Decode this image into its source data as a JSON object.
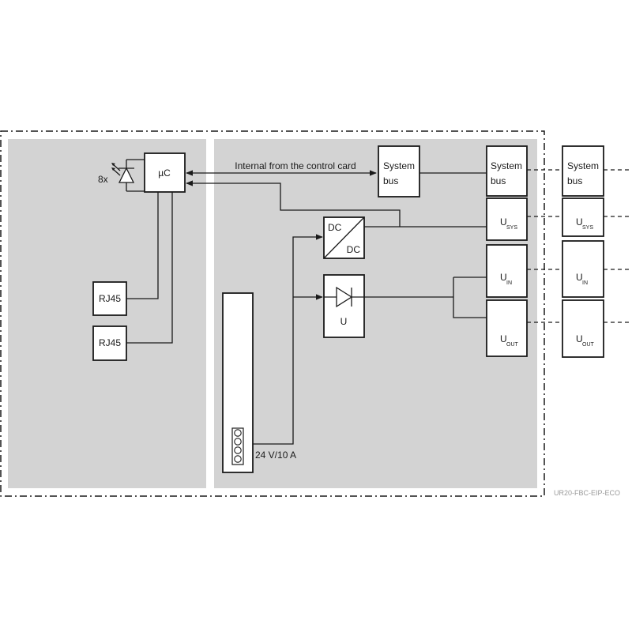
{
  "labels": {
    "uc": "µC",
    "led_count": "8x",
    "rj45_top": "RJ45",
    "rj45_bottom": "RJ45",
    "internal_line": "Internal from the control card",
    "system_bus_word1": "System",
    "system_bus_word2": "bus",
    "dc_in": "DC",
    "dc_out": "DC",
    "diode_u": "U",
    "supply": "24 V/10 A",
    "u": "U",
    "sub_sys": "SYS",
    "sub_in": "IN",
    "sub_out": "OUT"
  },
  "code": "UR20-FBC-EIP-ECO",
  "colors": {
    "panel": "#d3d3d3",
    "line": "#1a1a1a",
    "background": "#ffffff"
  }
}
